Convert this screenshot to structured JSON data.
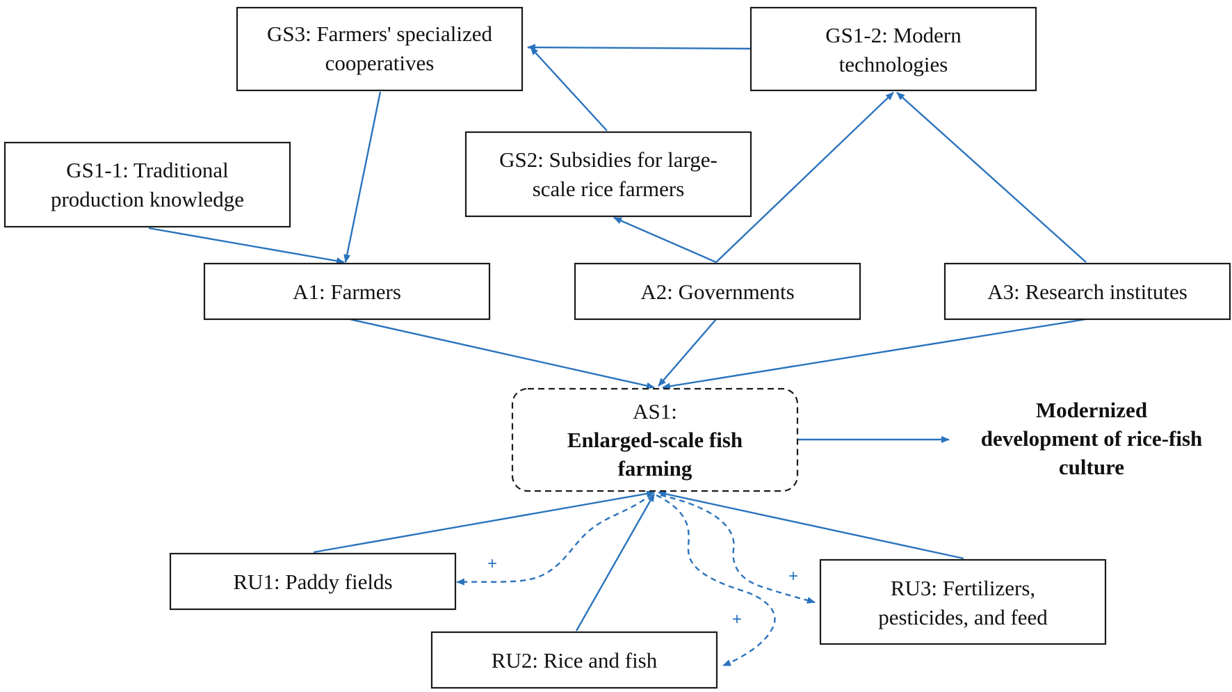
{
  "nodes": {
    "gs3": {
      "line1": "GS3: Farmers' specialized",
      "line2": "cooperatives"
    },
    "gs12": {
      "line1": "GS1-2: Modern",
      "line2": "technologies"
    },
    "gs11": {
      "line1": "GS1-1: Traditional",
      "line2": "production knowledge"
    },
    "gs2": {
      "line1": "GS2: Subsidies for large-",
      "line2": "scale rice farmers"
    },
    "a1": {
      "label": "A1: Farmers"
    },
    "a2": {
      "label": "A2: Governments"
    },
    "a3": {
      "label": "A3: Research institutes"
    },
    "as1": {
      "line1": "AS1:",
      "line2": "Enlarged-scale fish",
      "line3": "farming"
    },
    "outcome": {
      "line1": "Modernized",
      "line2": "development of rice-fish",
      "line3": "culture"
    },
    "ru1": {
      "label": "RU1: Paddy fields"
    },
    "ru2": {
      "label": "RU2: Rice and fish"
    },
    "ru3": {
      "line1": "RU3: Fertilizers,",
      "line2": "pesticides, and feed"
    }
  },
  "feedback": {
    "plus_ru1": "+",
    "plus_ru2": "+",
    "plus_ru3": "+"
  },
  "colors": {
    "arrow": "#2a73bd",
    "box_stroke": "#1a1a1a"
  }
}
